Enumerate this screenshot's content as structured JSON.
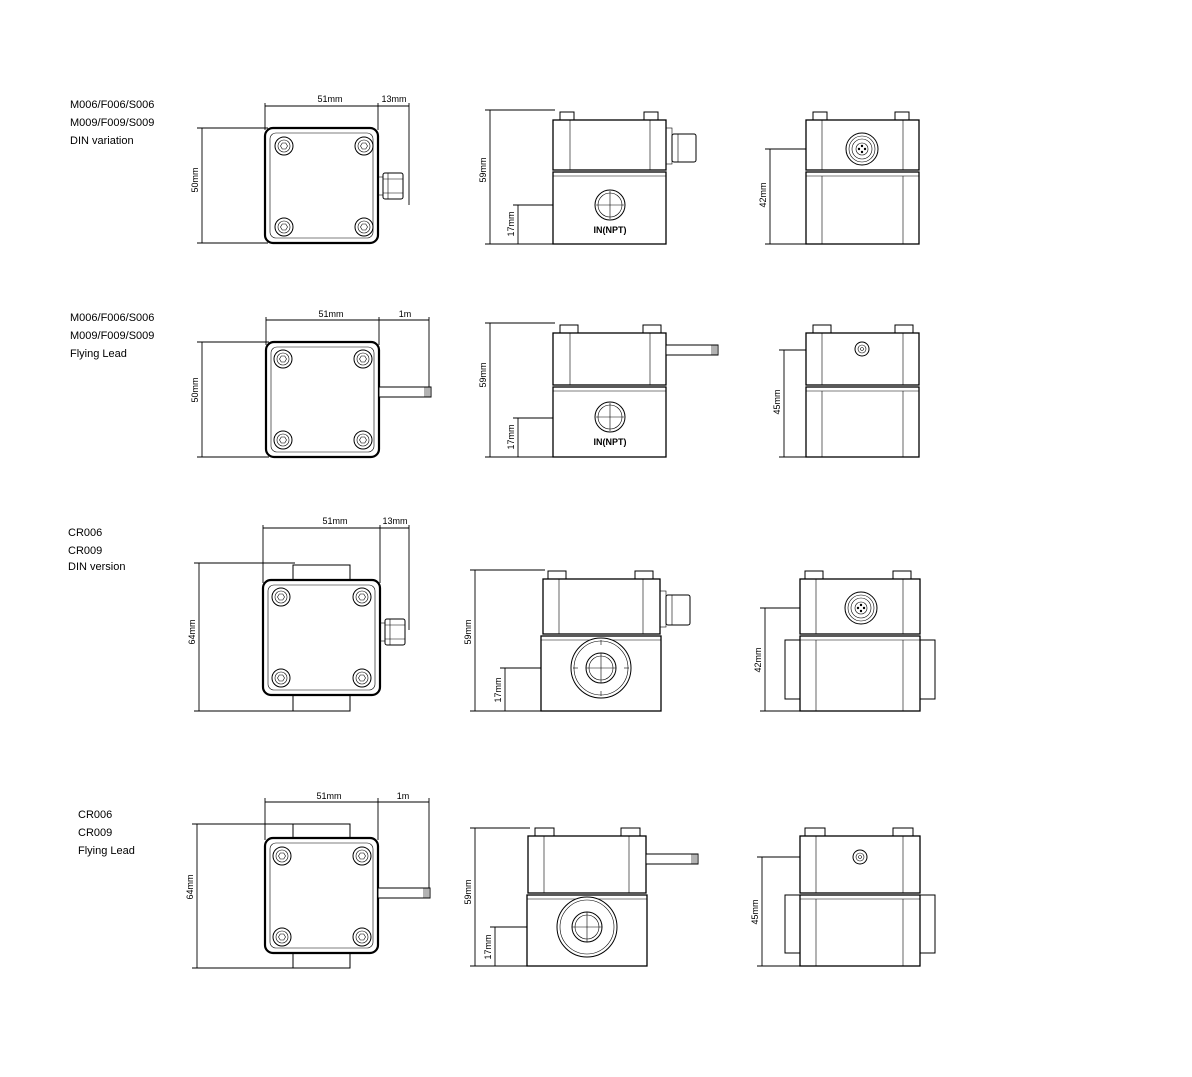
{
  "rows": [
    {
      "label": [
        "M006/F006/S006",
        "M009/F009/S009",
        "DIN variation"
      ],
      "top": {
        "width": "51mm",
        "side": "13mm",
        "height": "50mm"
      },
      "front": {
        "height": "59mm",
        "inlet": "17mm",
        "port": "IN(NPT)"
      },
      "side": {
        "height": "42mm"
      }
    },
    {
      "label": [
        "M006/F006/S006",
        "M009/F009/S009",
        "Flying Lead"
      ],
      "top": {
        "width": "51mm",
        "side": "1m",
        "height": "50mm"
      },
      "front": {
        "height": "59mm",
        "inlet": "17mm",
        "port": "IN(NPT)"
      },
      "side": {
        "height": "45mm"
      }
    },
    {
      "label": [
        "CR006",
        "CR009",
        "DIN version"
      ],
      "top": {
        "width": "51mm",
        "side": "13mm",
        "height": "64mm"
      },
      "front": {
        "height": "59mm",
        "inlet": "17mm",
        "port": ""
      },
      "side": {
        "height": "42mm"
      }
    },
    {
      "label": [
        "CR006",
        "CR009",
        "Flying Lead"
      ],
      "top": {
        "width": "51mm",
        "side": "1m",
        "height": "64mm"
      },
      "front": {
        "height": "59mm",
        "inlet": "17mm",
        "port": ""
      },
      "side": {
        "height": "45mm"
      }
    }
  ]
}
